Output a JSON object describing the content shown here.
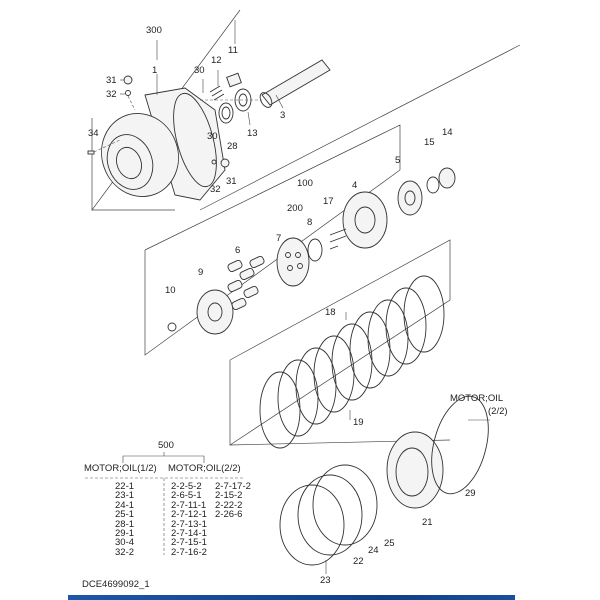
{
  "callouts": {
    "c300": "300",
    "c1": "1",
    "c11": "11",
    "c12": "12",
    "c30a": "30",
    "c31a": "31",
    "c32a": "32",
    "c34": "34",
    "c3": "3",
    "c13": "13",
    "c28": "28",
    "c30b": "30",
    "c31b": "31",
    "c32b": "32",
    "c5": "5",
    "c15": "15",
    "c14": "14",
    "c100": "100",
    "c4": "4",
    "c17": "17",
    "c200": "200",
    "c8": "8",
    "c7": "7",
    "c6": "6",
    "c9": "9",
    "c10": "10",
    "c18": "18",
    "c19": "19",
    "motor_oil": "MOTOR;OIL",
    "motor_oil_part": "(2/2)",
    "c29": "29",
    "c21": "21",
    "c25": "25",
    "c24": "24",
    "c22": "22",
    "c23": "23"
  },
  "kit": {
    "number": "500",
    "col1_header": "MOTOR;OIL(1/2)",
    "col2_header": "MOTOR;OIL(2/2)",
    "col1": [
      "22-1",
      "23-1",
      "24-1",
      "25-1",
      "28-1",
      "29-1",
      "30-4",
      "32-2"
    ],
    "col2": [
      "2-2-5-2",
      "2-6-5-1",
      "2-7-11-1",
      "2-7-12-1",
      "2-7-13-1",
      "2-7-14-1",
      "2-7-15-1",
      "2-7-16-2"
    ],
    "col3": [
      "2-7-17-2",
      "2-15-2",
      "2-22-2",
      "2-26-6"
    ]
  },
  "drawing_id": "DCE4699092_1",
  "colors": {
    "bar": "#0d3f86"
  }
}
